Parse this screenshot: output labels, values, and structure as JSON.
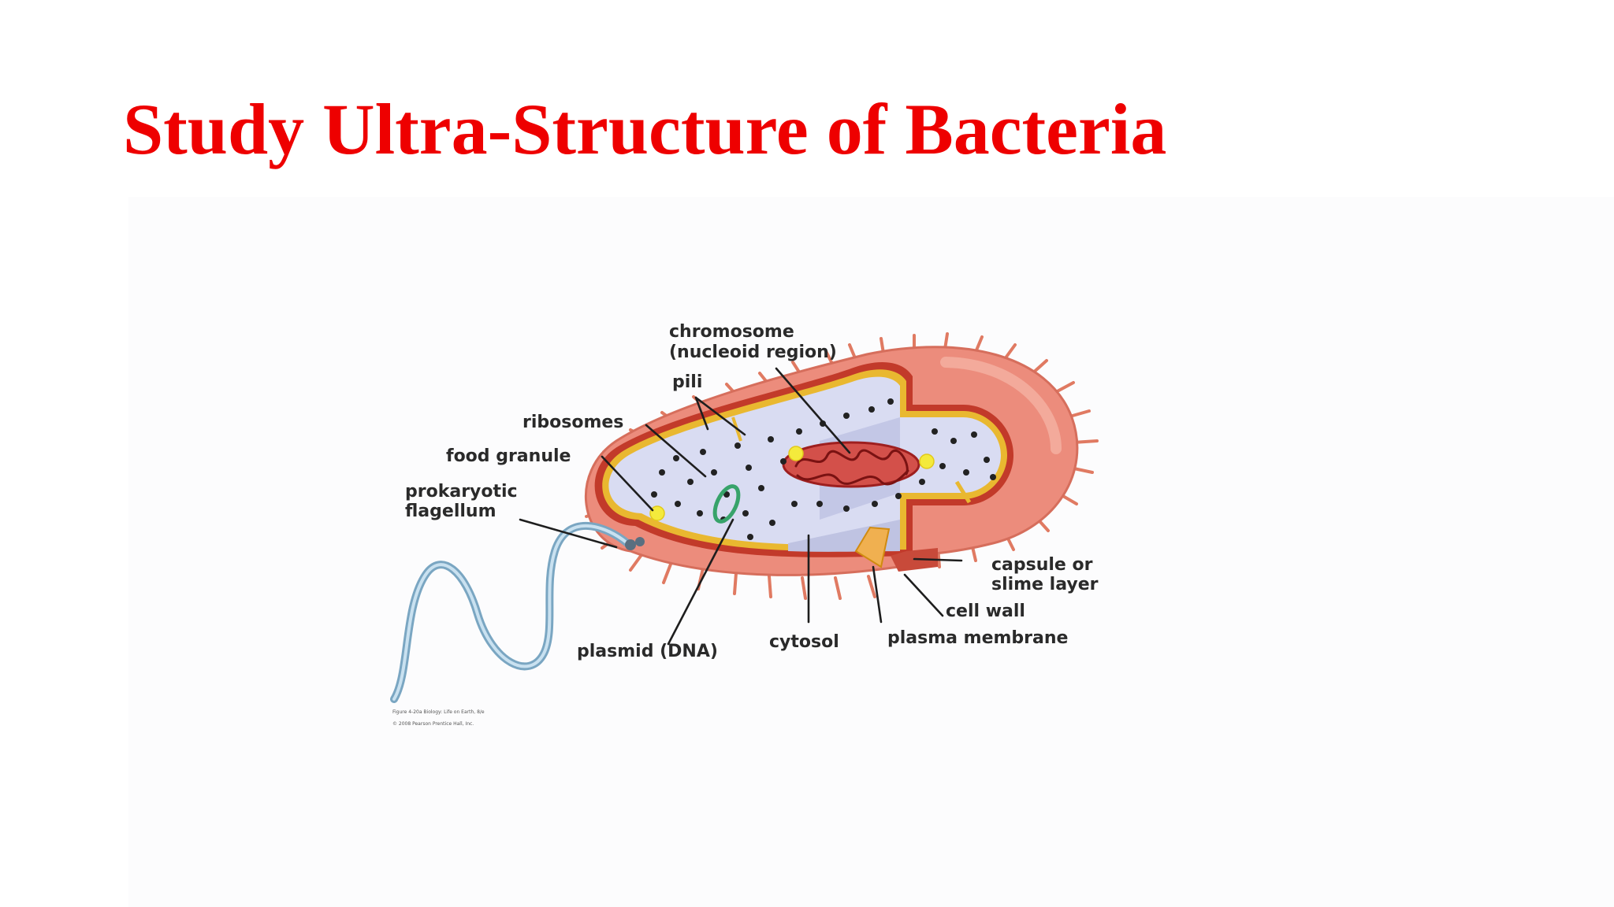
{
  "slide": {
    "title": "Study Ultra-Structure of Bacteria"
  },
  "diagram": {
    "labels": {
      "chromosome": "chromosome",
      "nucleoid_region": "(nucleoid region)",
      "pili": "pili",
      "ribosomes": "ribosomes",
      "food_granule": "food granule",
      "prokaryotic": "prokaryotic",
      "flagellum": "flagellum",
      "capsule_or": "capsule or",
      "slime_layer": "slime layer",
      "cell_wall": "cell wall",
      "plasma_membrane": "plasma membrane",
      "cytosol": "cytosol",
      "plasmid": "plasmid (DNA)"
    },
    "credit": {
      "line1": "Figure 4-20a Biology: Life on Earth, 8/e",
      "line2": "© 2008 Pearson Prentice Hall, Inc."
    },
    "colors": {
      "capsule": "#ec8c7c",
      "cell_wall": "#c23a2a",
      "membrane": "#e9b830",
      "cytosol": "#d9dcf2",
      "chromosome": "#c42a2a",
      "plasmid": "#37a36a",
      "ribosome": "#222222",
      "food_granule": "#f4ea3c",
      "flagellum": "#9ec6e0"
    }
  }
}
